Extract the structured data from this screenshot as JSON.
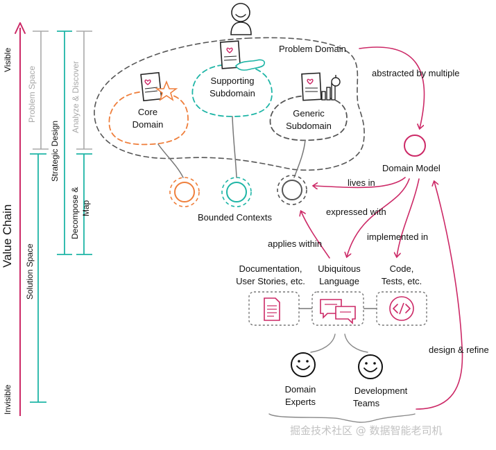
{
  "colors": {
    "pink": "#cc2866",
    "teal": "#1eb5a6",
    "orange": "#ef7f3c",
    "grey": "#9a9a9a",
    "dark": "#555555"
  },
  "value_chain": {
    "title": "Value Chain",
    "visible": "Visible",
    "invisible": "Invisible"
  },
  "spaces": {
    "problem": "Problem Space",
    "solution": "Solution Space",
    "strategic_design": "Strategic Design",
    "analyze_discover": "Analyze & Discover",
    "decompose_map_1": "Decompose &",
    "decompose_map_2": "Map"
  },
  "problem_domain": {
    "label": "Problem Domain",
    "core_1": "Core",
    "core_2": "Domain",
    "supporting_1": "Supporting",
    "supporting_2": "Subdomain",
    "generic_1": "Generic",
    "generic_2": "Subdomain"
  },
  "bounded_contexts": "Bounded Contexts",
  "domain_model": "Domain Model",
  "relations": {
    "abstracted": "abstracted by multiple",
    "lives_in": "lives in",
    "expressed_with": "expressed with",
    "implemented_in": "implemented in",
    "applies_within": "applies within",
    "design_refine": "design & refine"
  },
  "artifacts": {
    "docs_1": "Documentation,",
    "docs_2": "User Stories, etc.",
    "ul_1": "Ubiquitous",
    "ul_2": "Language",
    "code_1": "Code,",
    "code_2": "Tests, etc."
  },
  "people": {
    "experts_1": "Domain",
    "experts_2": "Experts",
    "devs_1": "Development",
    "devs_2": "Teams"
  },
  "icons": [
    "person-icon",
    "document-heart-icon",
    "star-icon",
    "hand-icon",
    "bar-chart-icon",
    "gear-icon",
    "document-icon",
    "chat-bubbles-icon",
    "code-icon",
    "smiley-icon"
  ],
  "watermark": "掘金技术社区 @ 数据智能老司机"
}
